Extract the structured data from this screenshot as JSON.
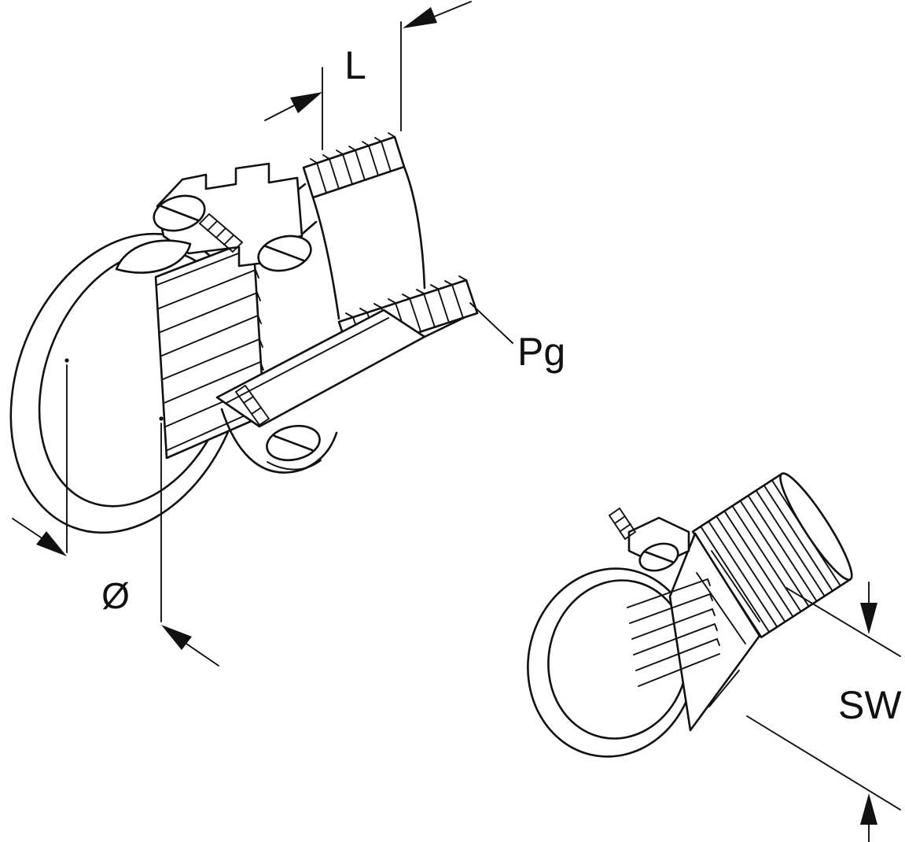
{
  "page": {
    "background": "#ffffff",
    "line_color": "#111111",
    "kind": "technical-line-drawing"
  },
  "labels": {
    "length": "L",
    "thread_size": "Pg",
    "diameter": "Ø",
    "wrench_size": "SW"
  }
}
